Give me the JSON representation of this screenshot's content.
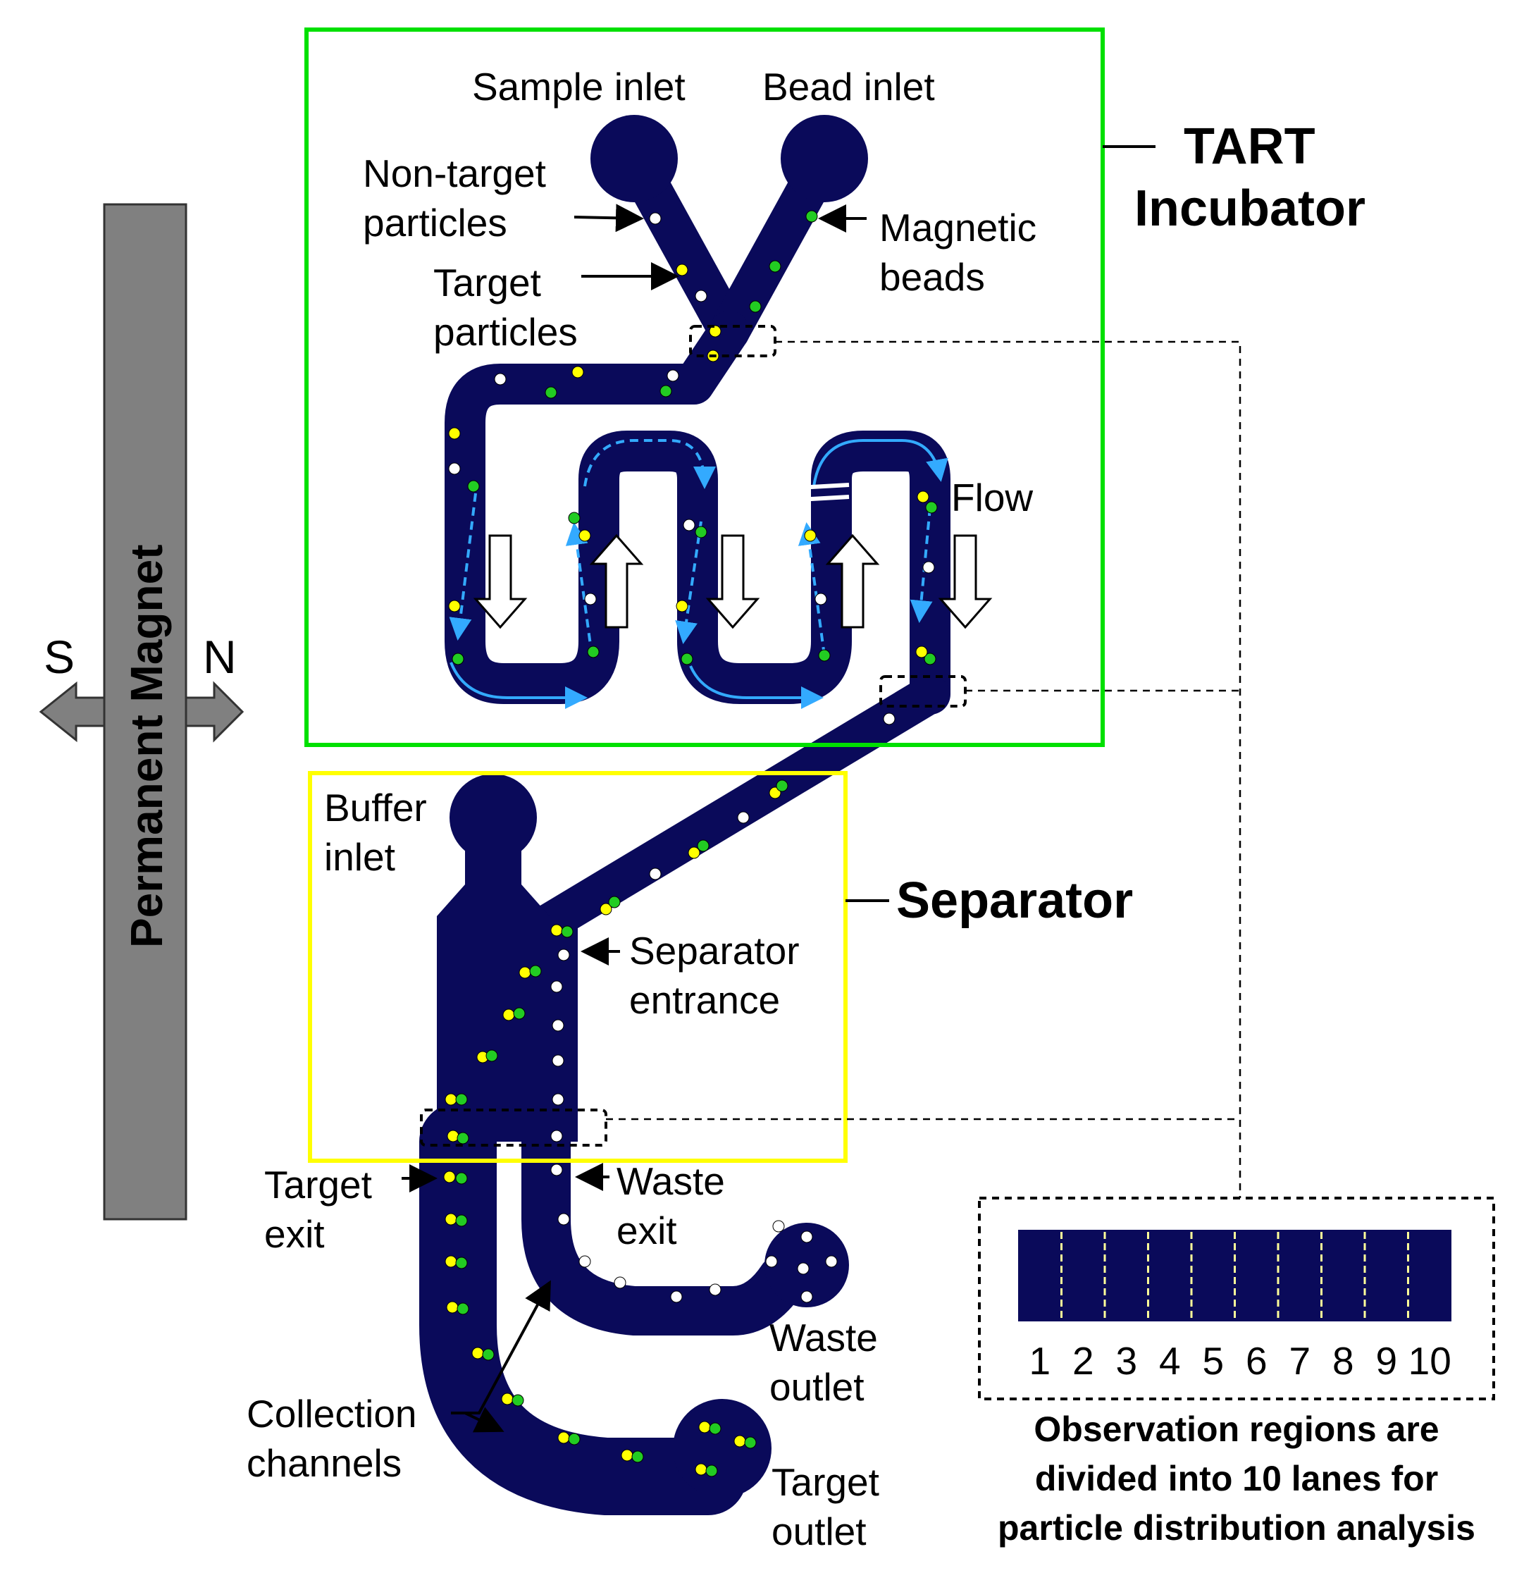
{
  "magnet": {
    "label": "Permanent Magnet",
    "south": "S",
    "north": "N",
    "color": "#808080"
  },
  "incubator": {
    "title_line1": "TART",
    "title_line2": "Incubator",
    "border_color": "#00e000",
    "labels": {
      "sample_inlet": "Sample inlet",
      "bead_inlet": "Bead inlet",
      "non_target_1": "Non-target",
      "non_target_2": "particles",
      "target_1": "Target",
      "target_2": "particles",
      "magnetic_1": "Magnetic",
      "magnetic_2": "beads",
      "flow": "Flow"
    }
  },
  "separator": {
    "title": "Separator",
    "border_color": "#ffff00",
    "labels": {
      "buffer_1": "Buffer",
      "buffer_2": "inlet",
      "entrance_1": "Separator",
      "entrance_2": "entrance",
      "target_exit_1": "Target",
      "target_exit_2": "exit",
      "waste_exit_1": "Waste",
      "waste_exit_2": "exit",
      "waste_outlet_1": "Waste",
      "waste_outlet_2": "outlet",
      "target_outlet_1": "Target",
      "target_outlet_2": "outlet",
      "collection_1": "Collection",
      "collection_2": "channels"
    }
  },
  "observation": {
    "lanes": [
      "1",
      "2",
      "3",
      "4",
      "5",
      "6",
      "7",
      "8",
      "9",
      "10"
    ],
    "caption_line1": "Observation regions are",
    "caption_line2": "divided into 10 lanes for",
    "caption_line3": "particle distribution analysis"
  },
  "colors": {
    "channel": "#0a0a5a",
    "target_particle": "#ffff00",
    "magnetic_bead": "#22cc22",
    "non_target_particle": "#ffffff",
    "flow_line": "#33aaff"
  }
}
